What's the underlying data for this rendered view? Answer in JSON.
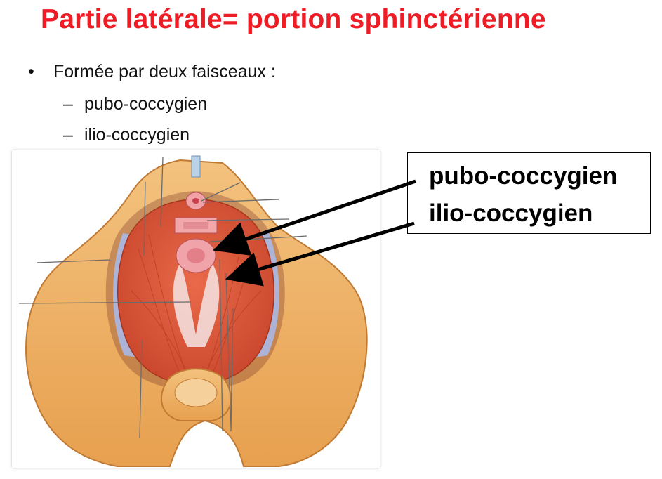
{
  "slide": {
    "title": "Partie latérale= portion sphinctérienne",
    "title_color": "#ee1c25"
  },
  "bullets": {
    "main": "Formée par deux faisceaux :",
    "bullet_symbol": "•",
    "dash_symbol": "–",
    "sub": [
      "pubo-coccygien",
      "ilio-coccygien"
    ]
  },
  "figure": {
    "description_icon": "pelvic-floor-illustration"
  },
  "label_box": {
    "label_1": "pubo-coccygien",
    "label_2": "ilio-coccygien",
    "dot": "."
  }
}
